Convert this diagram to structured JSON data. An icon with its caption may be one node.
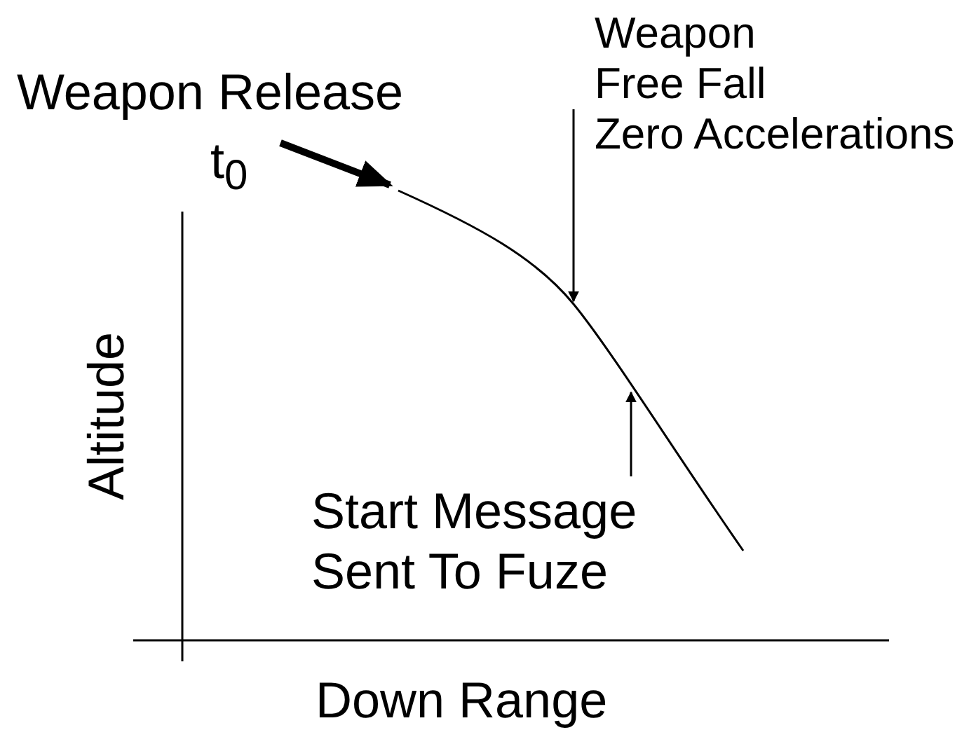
{
  "diagram": {
    "nodes": [
      {
        "text": [
          "Weapon Release",
          "t$_{0}$"
        ]
      },
      {
        "text": [],
        "shape": "curve"
      },
      {
        "text": [
          "Weapon",
          "Free Fall",
          "Zero Accelerations"
        ]
      },
      {
        "text": [
          "Start Message Sent To Fuze"
        ]
      }
    ],
    "edges": [
      {
        "from": 0,
        "to": 1,
        "arrow": "to",
        "style": "thick"
      },
      {
        "from": 2,
        "to": 1,
        "arrow": "to"
      },
      {
        "from": 3,
        "to": 1,
        "arrow": "to"
      }
    ],
    "labels": [
      "Altitude",
      "Down Range"
    ]
  }
}
